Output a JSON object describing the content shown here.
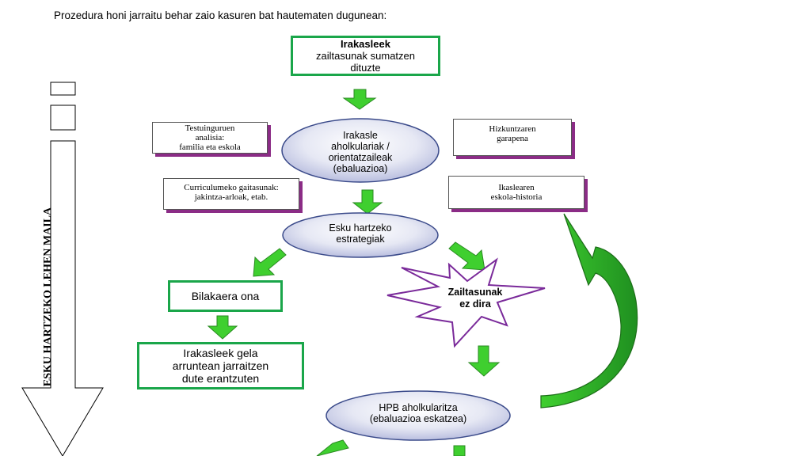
{
  "heading": "Prozedura honi jarraitu behar zaio kasuren bat hautematen dugunean:",
  "side_label": "ESKU HARTZEKO LEHEN MAILA",
  "top_box": {
    "line1": "Irakasleek",
    "line2": "zailtasunak sumatzen",
    "line3": "dituzte"
  },
  "context_boxes": {
    "testuinguruen": {
      "line1": "Testuinguruen",
      "line2": "analisia:",
      "line3": "familia eta eskola"
    },
    "hizkuntzaren": {
      "line1": "Hizkuntzaren",
      "line2": "garapena"
    },
    "curriculumeko": {
      "line1": "Curriculumeko gaitasunak:",
      "line2": "jakintza-arloak, etab."
    },
    "ikaslearen": {
      "line1": "Ikaslearen",
      "line2": "eskola-historia"
    }
  },
  "ellipses": {
    "aholkulariak": {
      "line1": "Irakasle",
      "line2": "aholkulariak /",
      "line3": "orientatzaileak",
      "line4": "(ebaluazioa)"
    },
    "estrategiak": {
      "line1": "Esku hartzeko",
      "line2": "estrategiak"
    },
    "hpb": {
      "line1": "HPB aholkularitza",
      "line2": "(ebaluazioa eskatzea)"
    }
  },
  "outcomes": {
    "bilakaera": "Bilakaera ona",
    "gela": {
      "line1": "Irakasleek gela",
      "line2": "arruntean jarraitzen",
      "line3": "dute erantzuten"
    },
    "star": {
      "line1": "Zailtasunak",
      "line2": "ez dira"
    }
  },
  "colors": {
    "green_border": "#1aa64a",
    "arrow_green": "#3fcf2f",
    "ellipse_fill": "#c9cde8",
    "ellipse_stroke": "#3a4a8a",
    "star_stroke": "#7a2a9a",
    "shadow_purple": "#8b2c86"
  }
}
